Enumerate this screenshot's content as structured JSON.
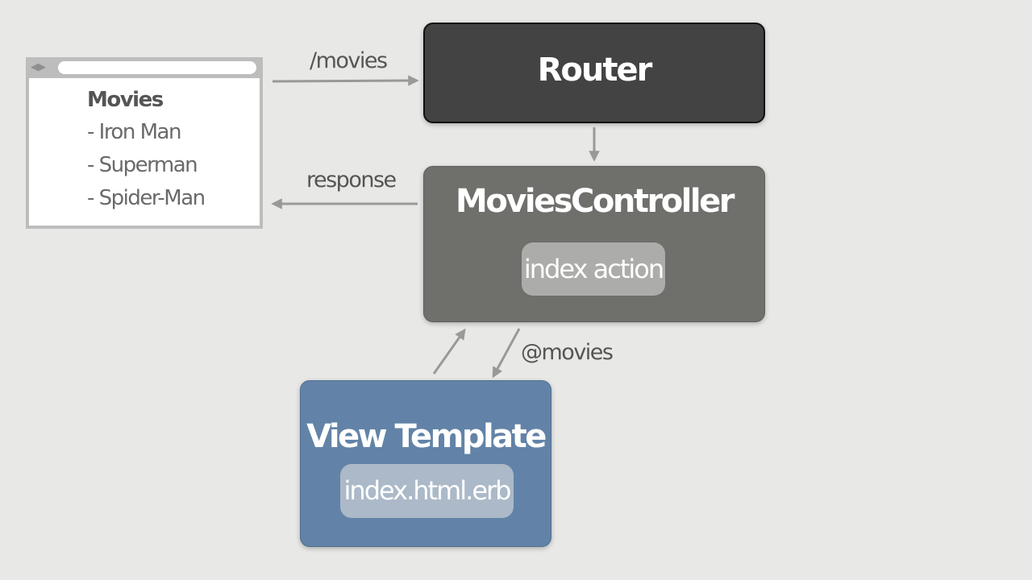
{
  "browser": {
    "nav_glyphs": "◀▶",
    "heading": "Movies",
    "items": [
      "- Iron Man",
      "- Superman",
      "- Spider-Man"
    ]
  },
  "router": {
    "title": "Router"
  },
  "controller": {
    "title": "MoviesController",
    "action": "index action"
  },
  "view": {
    "title": "View Template",
    "file": "index.html.erb"
  },
  "labels": {
    "request": "/movies",
    "response": "response",
    "ivar": "@movies"
  },
  "colors": {
    "background": "#e8e8e6",
    "router": "#434343",
    "controller": "#6f6f6b",
    "view": "#6283a7",
    "arrow": "#999999"
  }
}
